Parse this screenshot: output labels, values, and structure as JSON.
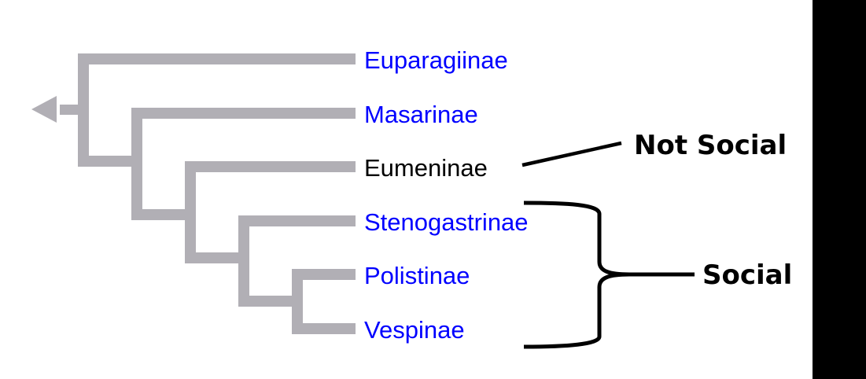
{
  "colors": {
    "branch": "#b1afb5",
    "link": "#0000ff",
    "plain": "#000000",
    "annotation": "#000000"
  },
  "tree": {
    "root_arrow": "arrow-left-icon",
    "taxa": [
      {
        "name": "Euparagiinae",
        "linked": true
      },
      {
        "name": "Masarinae",
        "linked": true
      },
      {
        "name": "Eumeninae",
        "linked": false
      },
      {
        "name": "Stenogastrinae",
        "linked": true
      },
      {
        "name": "Polistinae",
        "linked": true
      },
      {
        "name": "Vespinae",
        "linked": true
      }
    ]
  },
  "annotations": {
    "not_social": {
      "label": "Not Social",
      "target": "Eumeninae"
    },
    "social": {
      "label": "Social",
      "targets": [
        "Stenogastrinae",
        "Polistinae",
        "Vespinae"
      ]
    }
  }
}
